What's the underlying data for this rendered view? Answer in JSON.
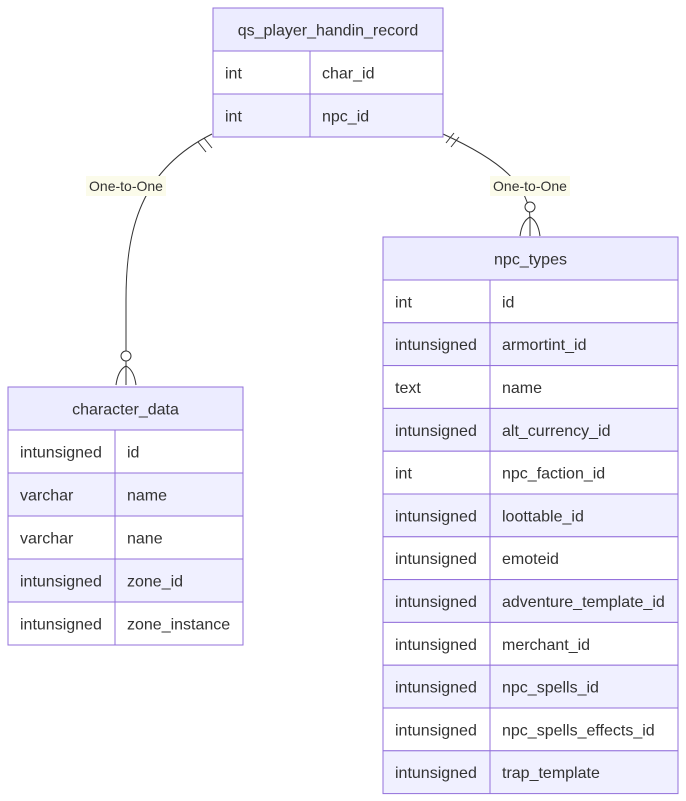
{
  "entities": {
    "qs": {
      "name": "qs_player_handin_record",
      "attributes": [
        {
          "type": "int",
          "name": "char_id"
        },
        {
          "type": "int",
          "name": "npc_id"
        }
      ]
    },
    "character": {
      "name": "character_data",
      "attributes": [
        {
          "type": "intunsigned",
          "name": "id"
        },
        {
          "type": "varchar",
          "name": "name"
        },
        {
          "type": "varchar",
          "name": "nane"
        },
        {
          "type": "intunsigned",
          "name": "zone_id"
        },
        {
          "type": "intunsigned",
          "name": "zone_instance"
        }
      ]
    },
    "npc": {
      "name": "npc_types",
      "attributes": [
        {
          "type": "int",
          "name": "id"
        },
        {
          "type": "intunsigned",
          "name": "armortint_id"
        },
        {
          "type": "text",
          "name": "name"
        },
        {
          "type": "intunsigned",
          "name": "alt_currency_id"
        },
        {
          "type": "int",
          "name": "npc_faction_id"
        },
        {
          "type": "intunsigned",
          "name": "loottable_id"
        },
        {
          "type": "intunsigned",
          "name": "emoteid"
        },
        {
          "type": "intunsigned",
          "name": "adventure_template_id"
        },
        {
          "type": "intunsigned",
          "name": "merchant_id"
        },
        {
          "type": "intunsigned",
          "name": "npc_spells_id"
        },
        {
          "type": "intunsigned",
          "name": "npc_spells_effects_id"
        },
        {
          "type": "intunsigned",
          "name": "trap_template"
        }
      ]
    }
  },
  "relationships": [
    {
      "from": "qs",
      "to": "character",
      "label": "One-to-One"
    },
    {
      "from": "qs",
      "to": "npc",
      "label": "One-to-One"
    }
  ],
  "colors": {
    "border": "#9370db",
    "header_fill": "#ececff",
    "line": "#333333",
    "label_bg": "#fbfbea"
  }
}
